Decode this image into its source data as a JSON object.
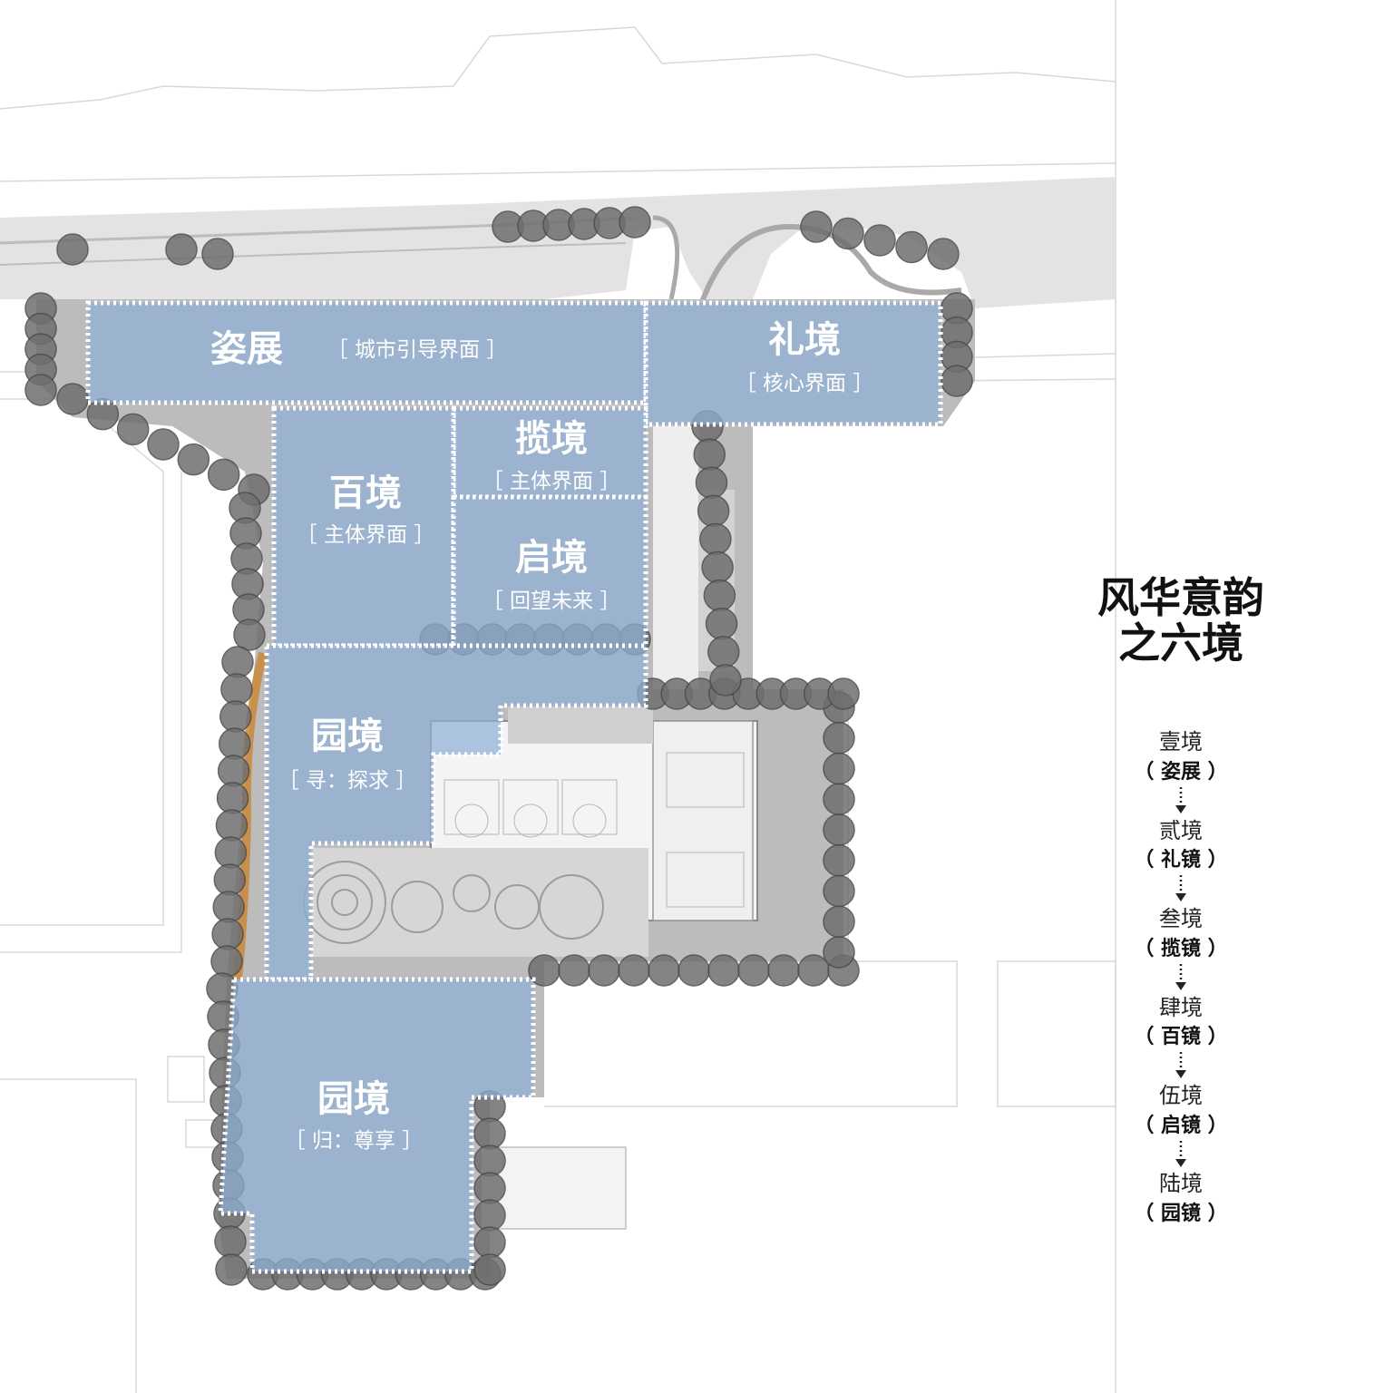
{
  "colors": {
    "zone_fill": "#8fb0d6",
    "zone_border": "#ffffff",
    "road": "#d9d9d9",
    "tree": "#6f6f6f",
    "path_orange": "#c98a3a",
    "text_dark": "#111111"
  },
  "zones": [
    {
      "title": "姿展",
      "subtitle": "［ 城市引导界面 ］"
    },
    {
      "title": "礼境",
      "subtitle": "［ 核心界面 ］"
    },
    {
      "title": "揽境",
      "subtitle": "［ 主体界面 ］"
    },
    {
      "title": "百境",
      "subtitle": "［ 主体界面 ］"
    },
    {
      "title": "启境",
      "subtitle": "［ 回望未来 ］"
    },
    {
      "title": "园境",
      "subtitle": "［ 寻：探求 ］"
    },
    {
      "title": "园境",
      "subtitle": "［ 归：尊享 ］"
    }
  ],
  "legend": {
    "title_line1": "风华意韵",
    "title_line2": "之六境",
    "items": [
      {
        "num": "壹境",
        "name": "（ 姿展 ）"
      },
      {
        "num": "贰境",
        "name": "（ 礼镜 ）"
      },
      {
        "num": "叁境",
        "name": "（ 揽镜 ）"
      },
      {
        "num": "肆境",
        "name": "（ 百镜 ）"
      },
      {
        "num": "伍境",
        "name": "（ 启镜 ）"
      },
      {
        "num": "陆境",
        "name": "（ 园镜 ）"
      }
    ]
  }
}
